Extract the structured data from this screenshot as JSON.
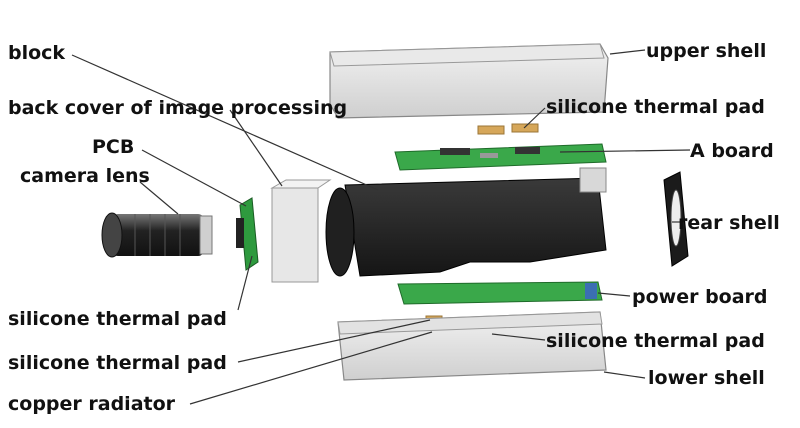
{
  "labels": {
    "block": "block",
    "back_cover": "back cover of image processing",
    "pcb": "PCB",
    "camera_lens": "camera lens",
    "silicone_pad_left_1": "silicone thermal pad",
    "silicone_pad_left_2": "silicone thermal pad",
    "copper_radiator": "copper radiator",
    "upper_shell": "upper shell",
    "silicone_pad_right_1": "silicone thermal pad",
    "a_board": "A board",
    "rear_shell": "rear shell",
    "power_board": "power board",
    "silicone_pad_right_2": "silicone thermal pad",
    "lower_shell": "lower shell"
  }
}
